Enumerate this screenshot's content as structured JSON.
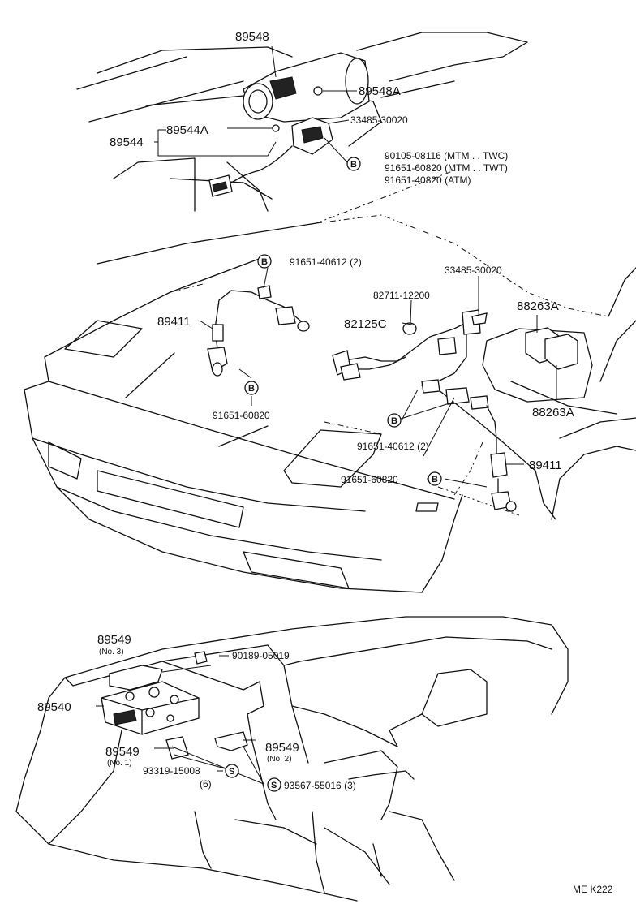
{
  "diagram": {
    "labels": {
      "p89548": "89548",
      "p89548A": "89548A",
      "p89544": "89544",
      "p89544A": "89544A",
      "p33485_top": "33485-30020",
      "p90105": "90105-08116 (MTM . . TWC)",
      "p91651_twt": "91651-60820 (MTM . . TWT)",
      "p91651_atm": "91651-40820 (ATM)",
      "p91651_40612_top": "91651-40612 (2)",
      "p33485_mid": "33485-30020",
      "p82711": "82711-12200",
      "p88263A_top": "88263A",
      "p89411_left": "89411",
      "p82125C": "82125C",
      "p88263A_bot": "88263A",
      "p91651_60820_mid": "91651-60820",
      "p91651_40612_mid": "91651-40612 (2)",
      "p89411_right": "89411",
      "p91651_60820_low": "91651-60820",
      "p89549_no3": "89549",
      "no3": "(No. 3)",
      "p90189": "90189-05019",
      "p89540": "89540",
      "p89549_no1": "89549",
      "no1": "(No. 1)",
      "p89549_no2": "89549",
      "no2": "(No. 2)",
      "p93319": "93319-15008",
      "qty6": "(6)",
      "p93567": "93567-55016 (3)",
      "code": "ME  K222"
    },
    "symbols": {
      "b": "B",
      "s": "S"
    }
  }
}
